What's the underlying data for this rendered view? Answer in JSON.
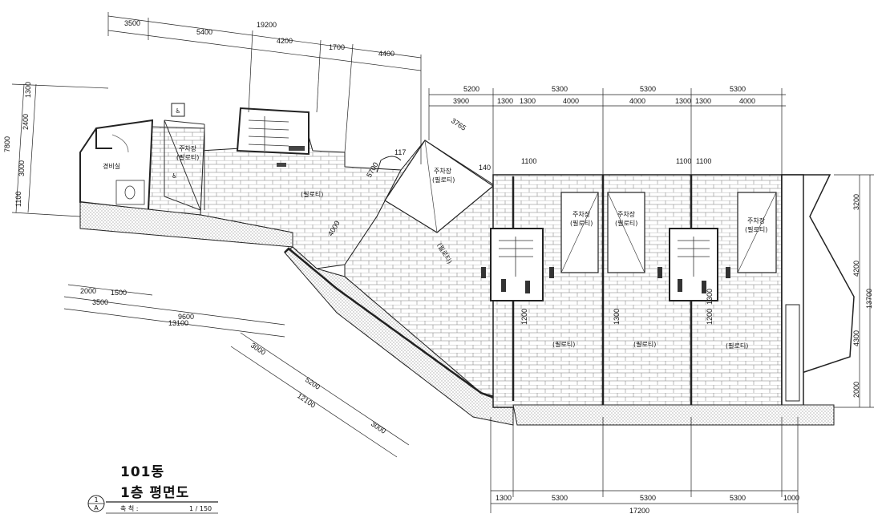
{
  "title": {
    "building": "101동",
    "drawing": "1층 평면도",
    "scale_label": "축 척 :",
    "scale_value": "1 / 150",
    "marker_top": "1",
    "marker_bottom": "A"
  },
  "rooms": {
    "guard": "경비실",
    "parking": "주차장",
    "piloti": "(필로티)"
  },
  "dimensions": {
    "left_top_overall": "19200",
    "left_top_chain": [
      "3500",
      "5400",
      "4200",
      "1700",
      "4400"
    ],
    "left_side_overall": "7800",
    "left_side_chain": [
      "1300",
      "2400",
      "3000",
      "1100"
    ],
    "left_bottom_chain": [
      "2000",
      "1500"
    ],
    "left_bottom_a": "3500",
    "left_bottom_b": "9600",
    "left_bottom_overall": "13100",
    "diag_chain": [
      "3000",
      "5200",
      "3000"
    ],
    "diag_overall": "12100",
    "right_top_a": [
      "5200",
      "5300",
      "5300",
      "5300"
    ],
    "right_top_b": [
      "3900",
      "1300",
      "1300",
      "4000",
      "4000",
      "1300",
      "1300",
      "4000"
    ],
    "right_side_chain": [
      "3200",
      "4200",
      "4300",
      "2000"
    ],
    "right_side_overall": "13700",
    "right_bottom_chain": [
      "1300",
      "5300",
      "5300",
      "5300",
      "1000"
    ],
    "right_bottom_overall": "17200",
    "misc": [
      "3765",
      "117",
      "140",
      "5700",
      "4000",
      "1100",
      "1100",
      "1100",
      "1200",
      "1300",
      "1300",
      "1200"
    ]
  }
}
